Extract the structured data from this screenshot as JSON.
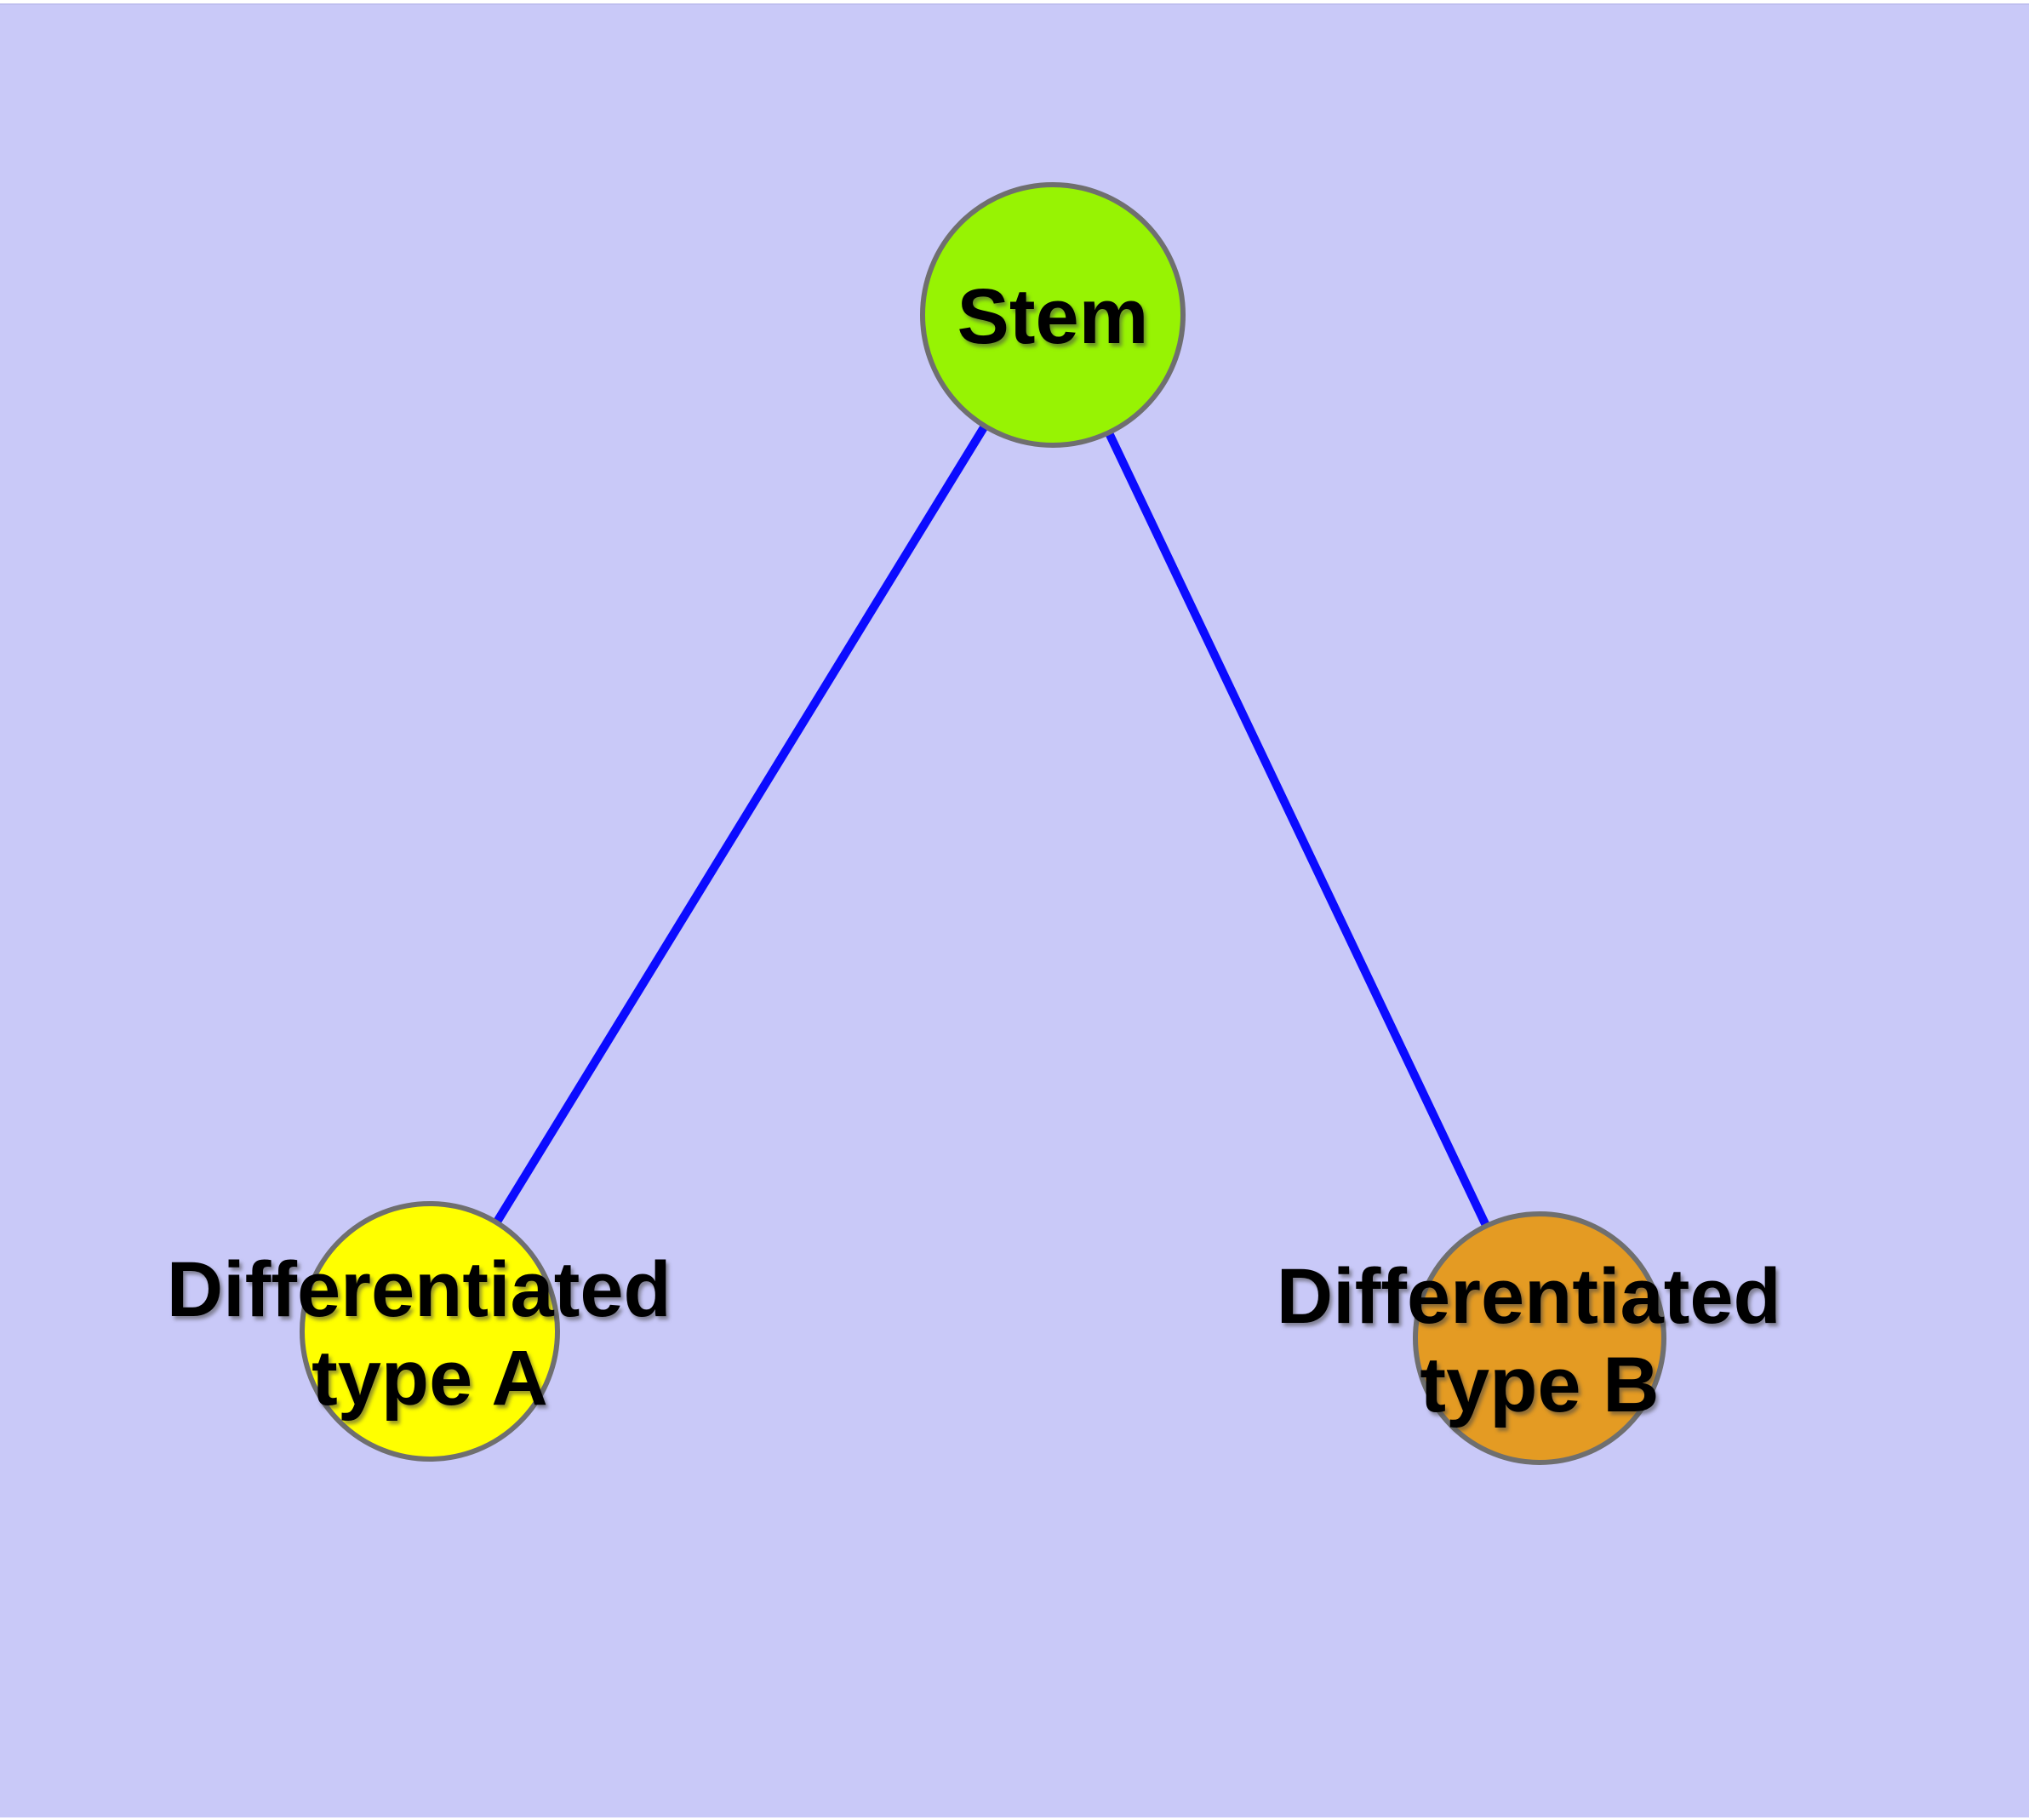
{
  "colors": {
    "background": "#c9c9f8",
    "top_strip": "#ffffff",
    "top_divider": "#bfbfef",
    "bottom_strip": "#ffffff",
    "edge": "#0b0bff",
    "node_border": "#6f6f6f",
    "label_text": "#000000"
  },
  "nodes": [
    {
      "id": "stem",
      "label": "Stem",
      "lines": [
        "Stem"
      ],
      "color": "#97f303"
    },
    {
      "id": "type-a",
      "label": "Differentiated type A",
      "lines": [
        "Differentiated",
        "type A"
      ],
      "color": "#ffff00"
    },
    {
      "id": "type-b",
      "label": "Differentiated type B",
      "lines": [
        "Differentiated",
        "type B"
      ],
      "color": "#e49b23"
    }
  ],
  "edges": [
    {
      "from": "Stem",
      "to": "Differentiated type A"
    },
    {
      "from": "Stem",
      "to": "Differentiated type B"
    }
  ]
}
